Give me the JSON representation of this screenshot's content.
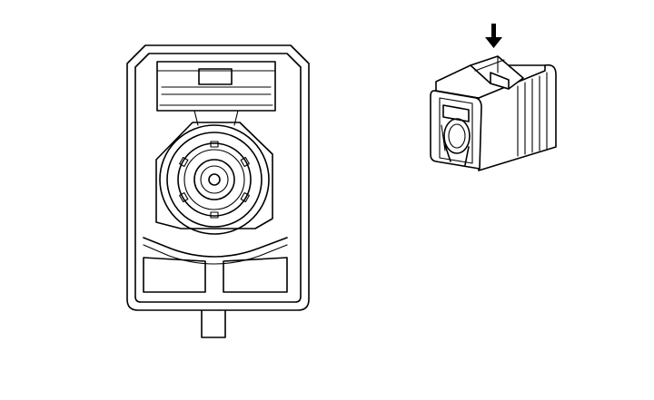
{
  "figure": {
    "background": "#ffffff",
    "line_color": "#000000",
    "views": [
      {
        "name": "front-view",
        "subject": "connector-front-face"
      },
      {
        "name": "isometric-view",
        "subject": "connector-housing"
      }
    ],
    "indicator": {
      "icon": "arrow-down-icon",
      "meaning": "press-latch-direction"
    }
  }
}
